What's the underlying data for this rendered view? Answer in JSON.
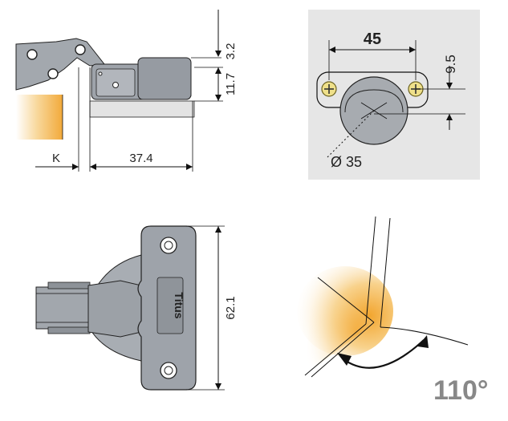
{
  "panels": {
    "side_view": {
      "dim_top": "3.2",
      "dim_height": "11.7",
      "dim_k": "K",
      "dim_length": "37.4"
    },
    "drilling": {
      "dim_width": "45",
      "dim_offset": "9.5",
      "dim_diameter": "Ø 35"
    },
    "top_view": {
      "brand": "Titus",
      "dim_length": "62.1"
    },
    "opening": {
      "angle": "110°"
    }
  },
  "colors": {
    "metal": "#9ea3aa",
    "metal_dark": "#6d7279",
    "panel_bg": "#e6e6e6",
    "wood_glow": "#f3b23a"
  }
}
